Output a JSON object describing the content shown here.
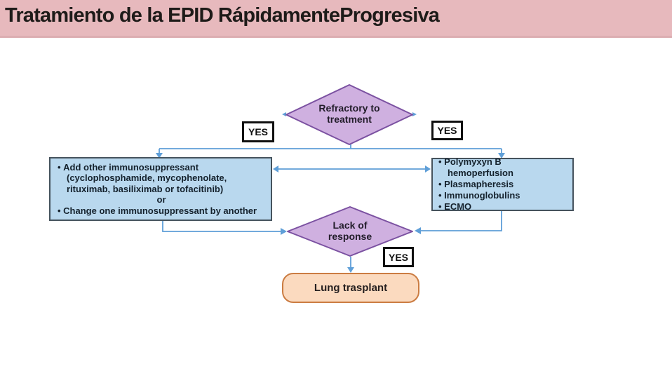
{
  "slide": {
    "title": "Tratamiento de la EPID RápidamenteProgresiva"
  },
  "flowchart": {
    "refractory_diamond": {
      "label": "Refractory to treatment"
    },
    "lack_diamond": {
      "label": "Lack of response"
    },
    "yes_left": "YES",
    "yes_right": "YES",
    "yes_bottom": "YES",
    "left_box": {
      "items": [
        "Add other immunosuppressant (cyclophosphamide, mycophenolate, rituximab, basiliximab or tofacitinib)",
        "Change one immunosuppressant by another"
      ],
      "or_label": "or"
    },
    "right_box": {
      "items": [
        "Polymyxyn B hemoperfusion",
        "Plasmapheresis",
        "Immunoglobulins",
        "ECMO"
      ]
    },
    "lung_box": {
      "label": "Lung trasplant"
    },
    "colors": {
      "header_pink": "#e7b9bd",
      "connector_blue": "#5f9fd8",
      "diamond_fill": "#cfb0e0",
      "diamond_border": "#7b51a1",
      "box_fill": "#b9d8ee",
      "box_border": "#46535d",
      "lung_fill": "#fbdabf",
      "lung_border": "#cb7c42",
      "yes_border": "#101010"
    }
  }
}
